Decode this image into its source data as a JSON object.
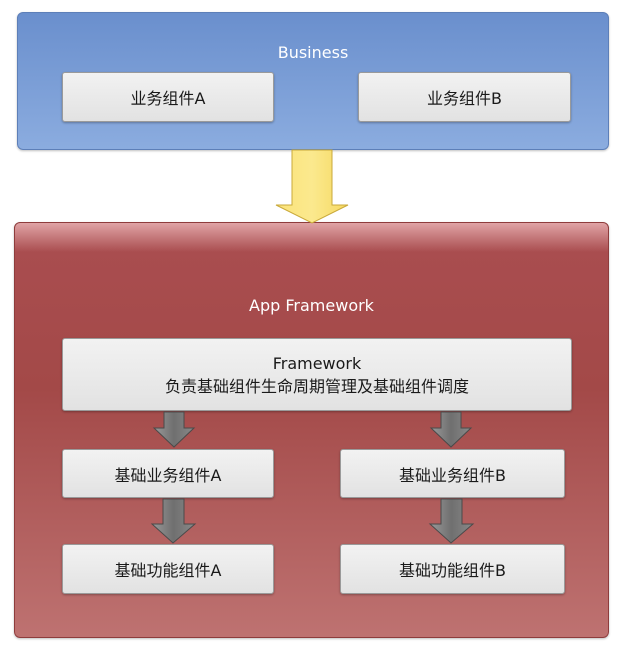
{
  "business": {
    "title": "Business",
    "component_a": "业务组件A",
    "component_b": "业务组件B"
  },
  "framework": {
    "title": "App Framework",
    "core_title": "Framework",
    "core_desc": "负责基础组件生命周期管理及基础组件调度",
    "base_business_a": "基础业务组件A",
    "base_business_b": "基础业务组件B",
    "base_function_a": "基础功能组件A",
    "base_function_b": "基础功能组件B"
  },
  "colors": {
    "business_panel": "#7b9ed8",
    "framework_panel": "#a34948",
    "box_fill": "#e8e8e8",
    "main_arrow": "#fbe37a",
    "small_arrow": "#7a7a7a"
  }
}
